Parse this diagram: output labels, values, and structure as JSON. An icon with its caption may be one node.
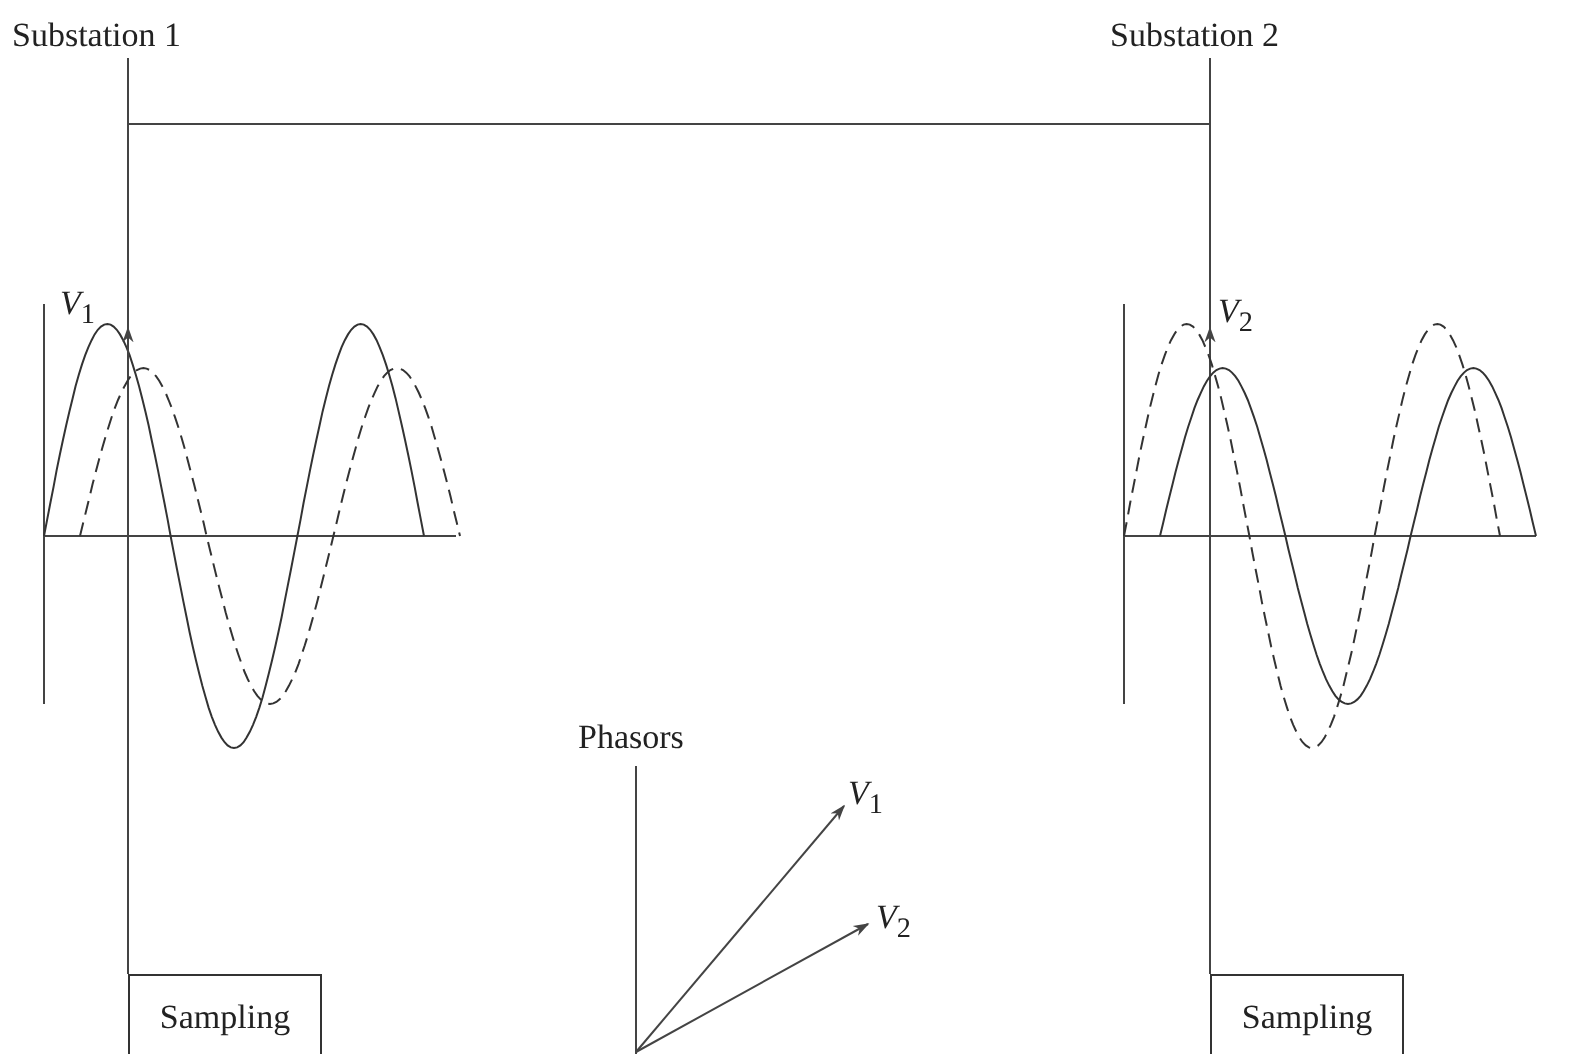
{
  "diagram": {
    "nodes": [
      {
        "text": [
          "Substation 1"
        ]
      },
      {
        "text": [
          "Substation 2"
        ]
      },
      {
        "text": [
          "Sampling"
        ]
      },
      {
        "text": [
          "Sampling"
        ]
      }
    ],
    "edges": [
      {
        "from": 0,
        "to": 2,
        "arrow": "none"
      },
      {
        "from": 1,
        "to": 3,
        "arrow": "none"
      }
    ],
    "labels": [
      "*V*$_{1}$",
      "*V*$_{2}$",
      "Phasors",
      "*V*$_{1}$",
      "*V*$_{2}$"
    ]
  }
}
